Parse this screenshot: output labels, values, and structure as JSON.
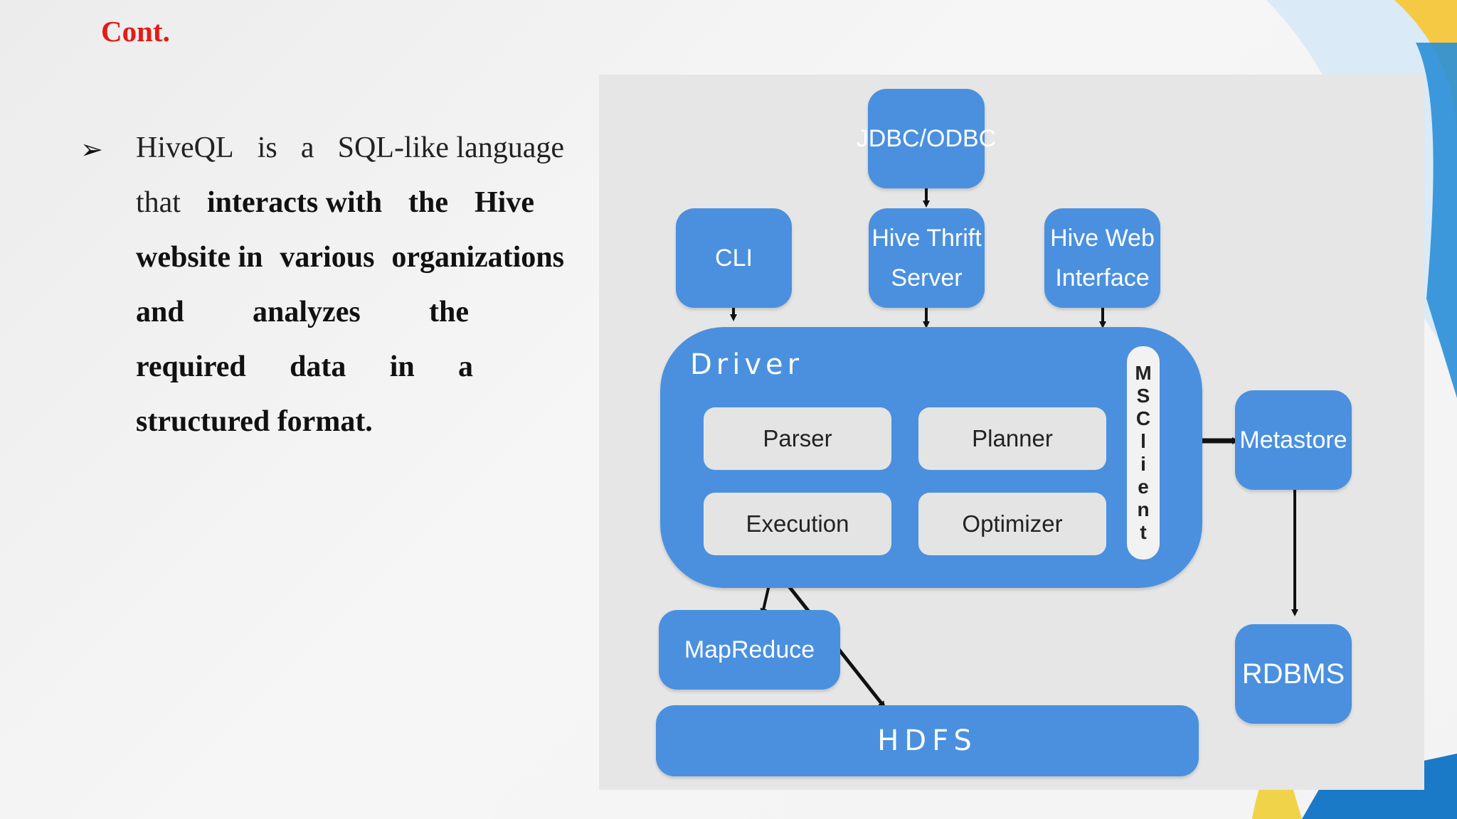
{
  "slide": {
    "title": "Cont."
  },
  "bullet": {
    "marker": "➢",
    "lines": [
      [
        "HiveQL",
        "is",
        "a",
        "SQL-like language"
      ],
      [
        "that",
        "interacts with",
        "the",
        "Hive"
      ],
      [
        "website in",
        "various",
        "organizations"
      ],
      [
        "and",
        "analyzes",
        "the"
      ],
      [
        "required",
        "data",
        "in",
        "a"
      ],
      [
        "structured format."
      ]
    ]
  },
  "diagram": {
    "nodes": {
      "jdbc": "JDBC/ODBC",
      "cli": "CLI",
      "thrift_1": "Hive Thrift",
      "thrift_2": "Server",
      "web_1": "Hive Web",
      "web_2": "Interface",
      "driver": "Driver",
      "parser": "Parser",
      "planner": "Planner",
      "execution": "Execution",
      "optimizer": "Optimizer",
      "msclient": [
        "M",
        "S",
        "C",
        "l",
        "i",
        "e",
        "n",
        "t"
      ],
      "metastore": "Metastore",
      "rdbms": "RDBMS",
      "mapreduce": "MapReduce",
      "hdfs": "HDFS"
    },
    "colors": {
      "node_blue": "#4a90df",
      "inner_gray": "#e4e4e4",
      "background": "#e6e6e6",
      "arrow": "#111111"
    }
  }
}
